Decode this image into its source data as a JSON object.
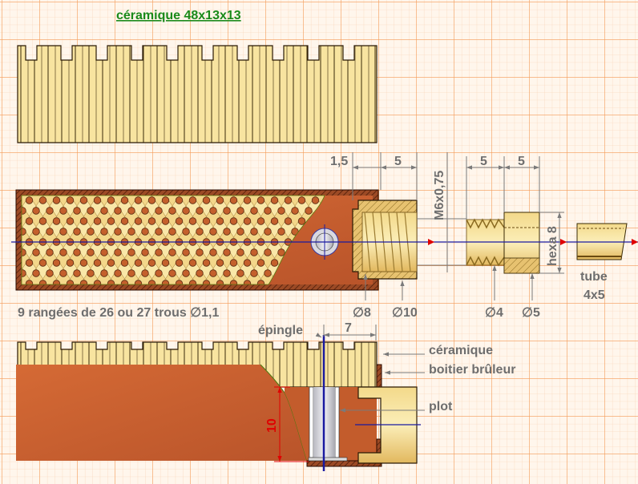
{
  "title": "céramique 48x13x13",
  "top_view": {
    "dims": {
      "d1": "1,5",
      "d2": "5",
      "thread": "M6x0,75",
      "d3": "5",
      "d4": "5",
      "hexa": "hexa 8"
    },
    "diameters": {
      "d8": "∅8",
      "d10": "∅10",
      "d4": "∅4",
      "d5": "∅5"
    },
    "tube_label_1": "tube",
    "tube_label_2": "4x5",
    "holes_note": "9 rangées de 26 ou 27 trous ∅1,1"
  },
  "section_view": {
    "pin_label": "épingle",
    "dim_7": "7",
    "dim_10": "10",
    "ceramic_label": "céramique",
    "housing_label": "boitier brûleur",
    "plot_label": "plot"
  },
  "colors": {
    "paper": "#fff6ec",
    "grid_minor": "#f7c9a3",
    "grid_major": "#f39a55",
    "ceramic": "#f6df92",
    "housing": "#c8602f",
    "axis": "#1a1aa0"
  }
}
